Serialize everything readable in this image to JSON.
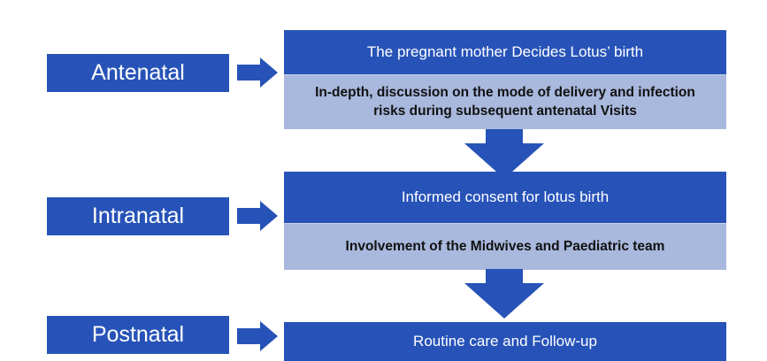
{
  "stages": [
    {
      "label": "Antenatal",
      "heading": "The pregnant mother Decides Lotus’ birth",
      "detail": "In-depth, discussion on the mode of delivery  and infection risks  during subsequent antenatal Visits"
    },
    {
      "label": "Intranatal",
      "heading": "Informed consent for lotus birth",
      "detail": "Involvement of the  Midwives  and Paediatric team"
    },
    {
      "label": "Postnatal",
      "heading": "Routine care and Follow-up"
    }
  ],
  "colors": {
    "primary_blue": "#2753b8",
    "light_blue": "#a9b8dd"
  },
  "icons": {
    "stage_arrow": "arrow-right-icon",
    "flow_arrow": "arrow-down-icon"
  }
}
